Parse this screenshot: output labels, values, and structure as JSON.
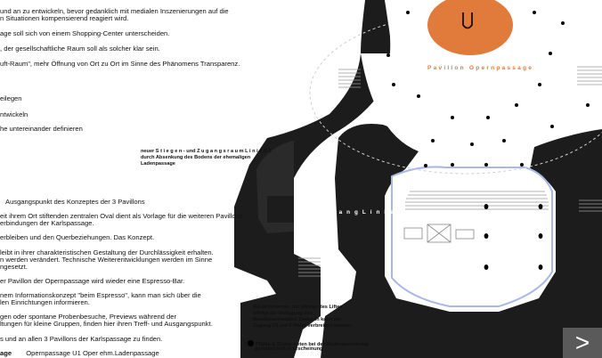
{
  "left_text": {
    "line1": "und an zu entwickeln, bevor gedanklich mit medialen Inszenierungen auf die",
    "line2": "n Situationen kompensierend reagiert wird.",
    "line3": "age soll sich von einem Shopping-Center unterscheiden.",
    "line4": ", der gesellschaftliche Raum soll als solcher klar sein.",
    "line5": "uft-Raum\", mehr Öffnung von Ort zu Ort im Sinne des Phänomens Transparenz.",
    "line6": "eilegen",
    "line7": "ntwickeln",
    "line8": "he untereinander definieren",
    "line9": "Ausgangspunkt des Konzeptes der 3 Pavillons",
    "line10": "eit ihrem Ort stiftenden zentralen Oval dient als Vorlage für die weiteren Pavillons",
    "line11": "erbindungen der Karlspassage.",
    "line12": "erbleiben und den Querbeziehungen. Das Konzept.",
    "line13": "leibt in ihrer charakteristischen Gestaltung der Durchlässigkeit erhalten.",
    "line14": "n werden verändert. Technische Weiterentwicklungen werden im Sinne",
    "line15": "ngesetzt.",
    "line16": "er Pavillon der Opernpassage wird wieder eine Espresso-Bar.",
    "line17": "nem Informationskonzept \"beim Espresso\", kann man sich über die",
    "line18": "len Einrichtungen informieren.",
    "line19": "gen oder spontane Probenbesuche, Previews während der",
    "line20": "ltungen für kleine Gruppen, finden hier ihren Treff- und Ausgangspunkt.",
    "line21": "s und an allen 3 Pavillons der Karlspassage zu finden.",
    "bottom_bold": "age",
    "bottom_rest": "Opernpassage   U1   Oper   ehm.Ladenpassage"
  },
  "annotations": {
    "stairs_note_1": "neuer S t i e g e n - und Z u g a n g s r a u m  L i n i e  U 1",
    "stairs_note_2": "durch Absenkung des Bodens der ehemaligen",
    "stairs_note_3": "Ladenpassage",
    "zugang_label": "Z u g a n g  L i n i e  U 1",
    "pavillon_label": "Pavillon Opernpassage",
    "lift_note_1": "Bei Erfordernis: mit Umbau des Liftes",
    "lift_note_2": "erfolgt die Verlegung des",
    "lift_note_3": "Maschinenraumes. Dadurch kann der",
    "lift_note_4": "Zugang U1 um 2 Meter verbreitert werden",
    "legend_1": "Pfähle & Stütze treten bei der Bodenabsenkung",
    "legend_2": "gestalterisch in Erscheinung"
  },
  "nav": {
    "next_symbol": ">"
  },
  "colors": {
    "pavilion": "#e07b3c",
    "structure": "#1a1a1a",
    "accent_line": "#a9b8e6"
  }
}
